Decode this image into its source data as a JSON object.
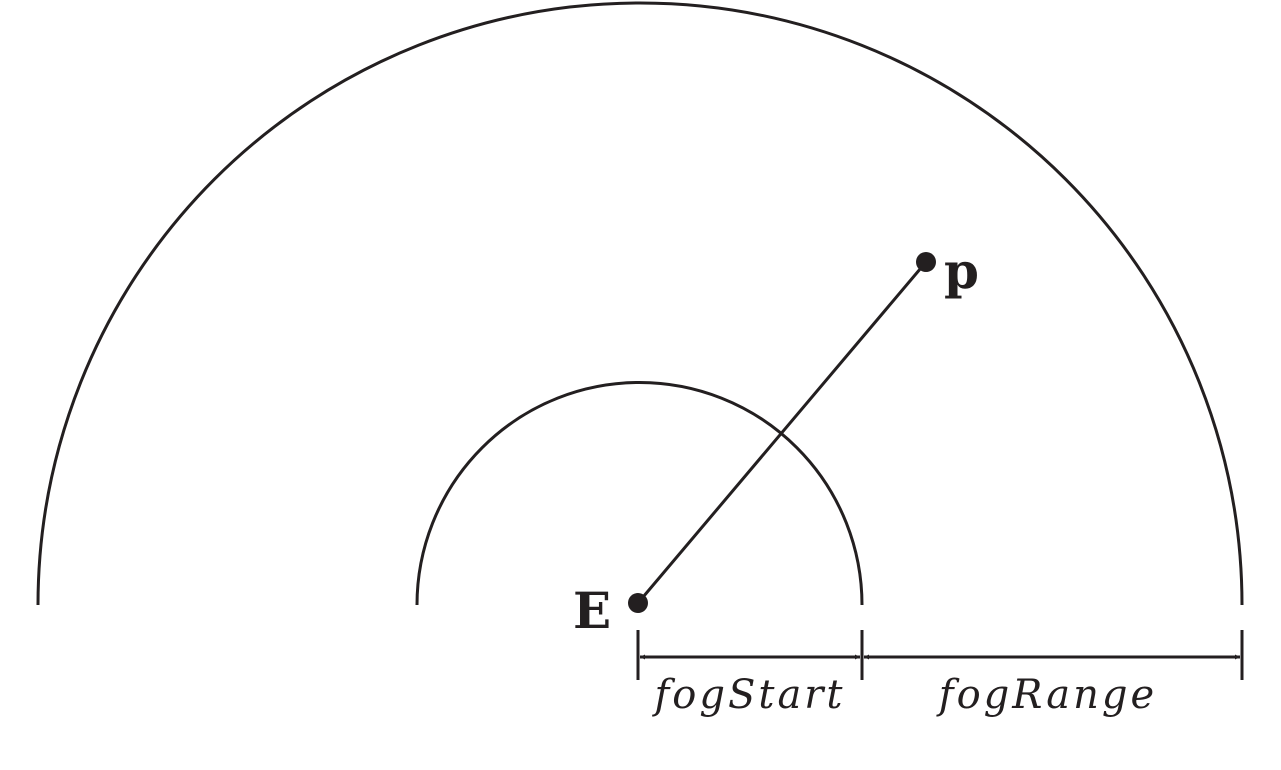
{
  "points": {
    "eye_label": "E",
    "point_label": "p"
  },
  "dimensions": {
    "fog_start_label": "fogStart",
    "fog_range_label": "fogRange"
  },
  "colors": {
    "ink": "#231f20",
    "background": "#ffffff"
  }
}
